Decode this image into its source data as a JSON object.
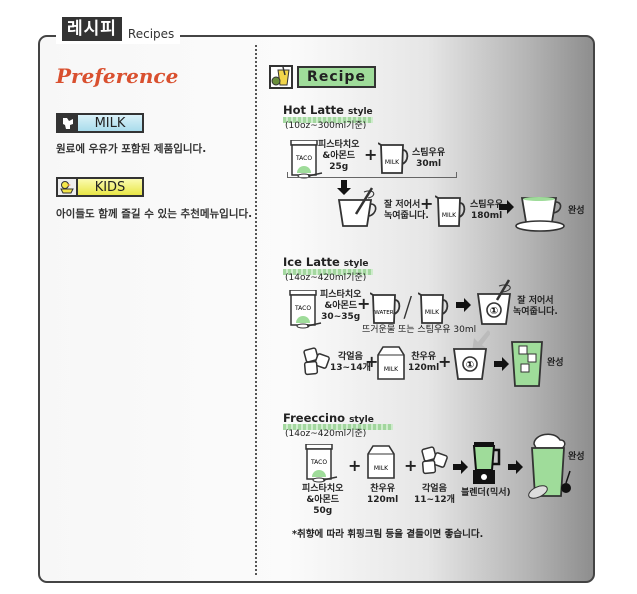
{
  "header": {
    "title_kr": "레시피",
    "title_en": "Recipes"
  },
  "left": {
    "preference": "Preference",
    "milk": {
      "label": "MILK",
      "desc": "원료에 우유가 포함된 제품입니다.",
      "color": "#bfe6f2"
    },
    "kids": {
      "label": "KIDS",
      "desc": "아이들도 함께 즐길 수 있는 추천메뉴입니다.",
      "color": "#f0ef6a"
    }
  },
  "recipe": {
    "title": "Recipe",
    "accent": "#9fdc9a",
    "hot": {
      "title": "Hot Latte",
      "style": "style",
      "sub": "(10oz~300ml기준)",
      "can": "TACO",
      "powder": "피스타치오\n&아몬드\n25g",
      "pitcher1": "MILK",
      "milk1": "스팀우유\n30ml",
      "stir": "잘 저어서\n녹여줍니다.",
      "pitcher2": "MILK",
      "milk2": "스팀우유\n180ml",
      "done": "완성"
    },
    "ice": {
      "title": "Ice Latte",
      "style": "style",
      "sub": "(14oz~420ml기준)",
      "can": "TACO",
      "powder": "피스타치오\n&아몬드\n30~35g",
      "water": "WATER",
      "milk": "MILK",
      "note": "뜨거운물 또는 스팀우유 30ml",
      "step1": "①",
      "stir": "잘 저어서\n녹여줍니다.",
      "ice": "각얼음\n13~14개",
      "carton": "MILK",
      "coldmilk": "찬우유\n120ml",
      "done": "완성"
    },
    "frap": {
      "title": "Freeccino",
      "style": "style",
      "sub": "(14oz~420ml기준)",
      "can": "TACO",
      "powder": "피스타치오\n&아몬드\n50g",
      "carton": "MILK",
      "coldmilk": "찬우유\n120ml",
      "ice": "각얼음\n11~12개",
      "blender": "블렌더(믹서)",
      "done": "완성"
    },
    "footnote": "*취향에 따라 휘핑크림 등을 곁들이면 좋습니다."
  }
}
